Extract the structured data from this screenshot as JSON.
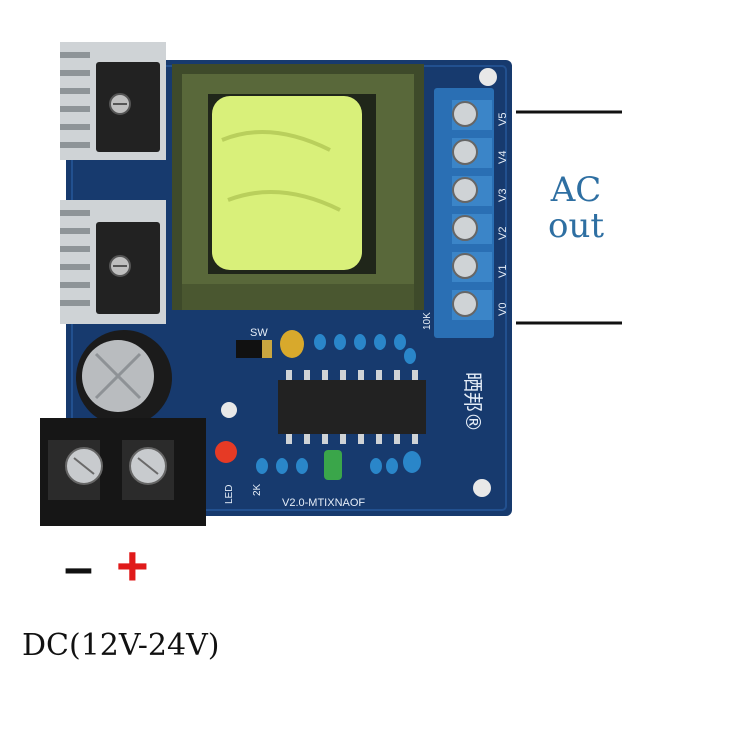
{
  "output_label": {
    "line1": "AC",
    "line2": "out"
  },
  "input": {
    "minus": "–",
    "plus": "+",
    "voltage_label": "DC(12V-24V)"
  },
  "board": {
    "terminal_labels": [
      "V5",
      "V4",
      "V3",
      "V2",
      "V1",
      "V0"
    ],
    "switch_label": "SW",
    "led_label": "LED",
    "resistor_2k_label": "2K",
    "resistor_10k_label": "10K",
    "version_text": "V2.0-MTIXNAOF",
    "brand_text": "晒邦®"
  },
  "colors": {
    "pcb": "#173a6e",
    "transformer_tape": "#d9f07a",
    "label_blue": "#2e6fa2",
    "plus_red": "#e01a1a",
    "terminal_blue": "#2a6fb4"
  }
}
